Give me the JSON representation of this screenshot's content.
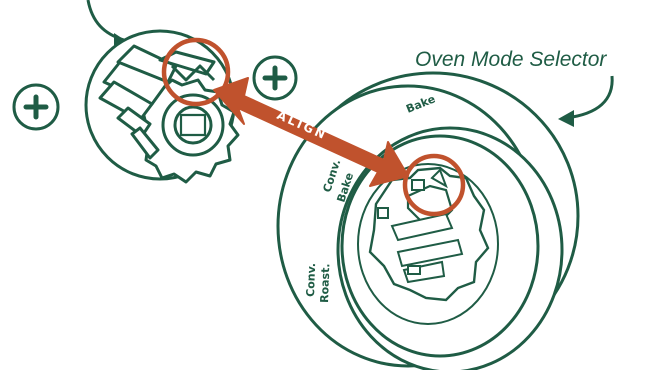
{
  "title": "Oven Mode Selector",
  "arrow_label": "ALIGN",
  "dial_labels": {
    "bake": "Bake",
    "conv_bake_line1": "Conv.",
    "conv_bake_line2": "Bake",
    "conv_roast_line1": "Conv.",
    "conv_roast_line2": "Roast."
  },
  "colors": {
    "ink": "#1f5c45",
    "accent": "#c0522d",
    "background": "#ffffff"
  },
  "icons": [
    "plus-icon",
    "plus-icon"
  ]
}
